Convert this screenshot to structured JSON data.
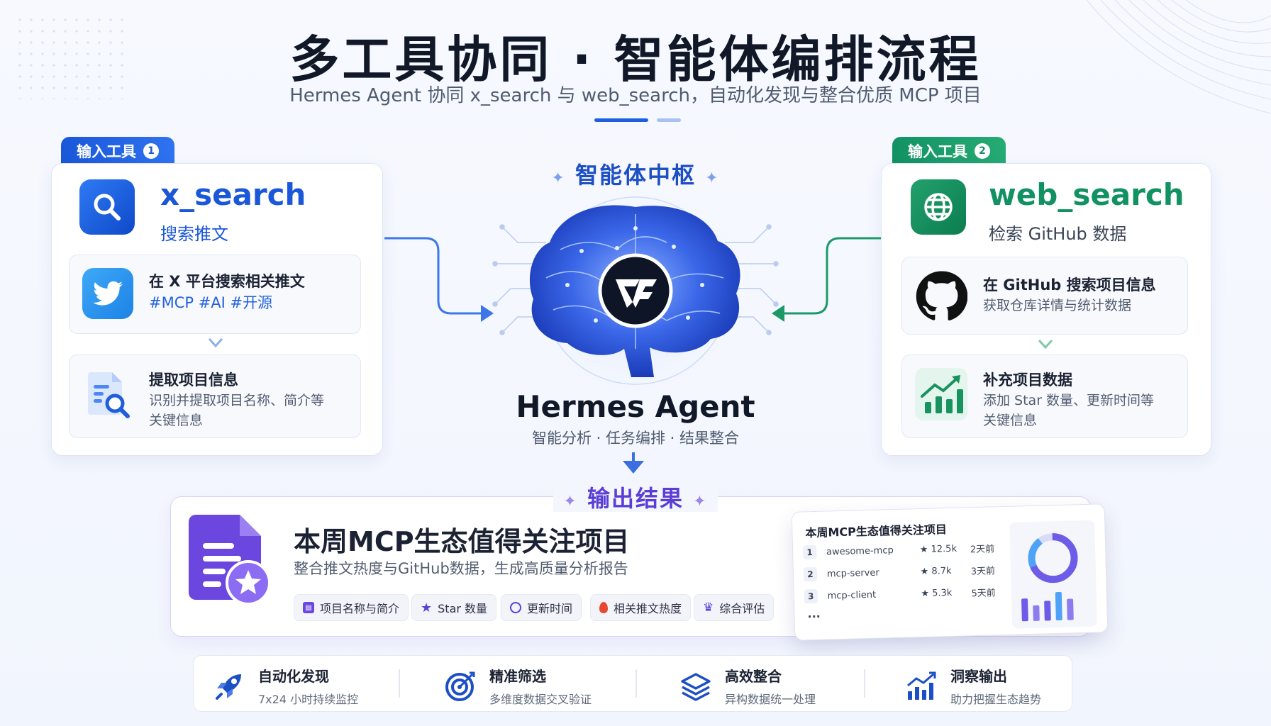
{
  "header": {
    "title": "多工具协同 · 智能体编排流程",
    "subtitle": "Hermes Agent 协同 x_search 与 web_search，自动化发现与整合优质 MCP 项目"
  },
  "left_tool": {
    "tab_label": "输入工具",
    "tab_number": "1",
    "name": "x_search",
    "desc": "搜索推文",
    "icon": "search-icon",
    "color": "#1a57d9",
    "step1": {
      "icon": "twitter-icon",
      "title": "在 X 平台搜索相关推文",
      "tags": "#MCP #AI #开源"
    },
    "step2": {
      "icon": "document-search-icon",
      "title": "提取项目信息",
      "sub1": "识别并提取项目名称、简介等",
      "sub2": "关键信息"
    }
  },
  "right_tool": {
    "tab_label": "输入工具",
    "tab_number": "2",
    "name": "web_search",
    "desc": "检索 GitHub 数据",
    "icon": "globe-icon",
    "color": "#129263",
    "step1": {
      "icon": "github-icon",
      "title": "在 GitHub 搜索项目信息",
      "sub": "获取仓库详情与统计数据"
    },
    "step2": {
      "icon": "growth-chart-icon",
      "title": "补充项目数据",
      "sub1": "添加 Star 数量、更新时间等",
      "sub2": "关键信息"
    }
  },
  "hub": {
    "title": "智能体中枢",
    "name": "Hermes Agent",
    "sub": "智能分析 · 任务编排 · 结果整合",
    "icon": "brain-icon"
  },
  "output": {
    "title": "输出结果",
    "heading": "本周MCP生态值得关注项目",
    "sub": "整合推文热度与GitHub数据，生成高质量分析报告",
    "chips": [
      {
        "icon": "id-card-icon",
        "label": "项目名称与简介"
      },
      {
        "icon": "star-icon",
        "label": "Star 数量"
      },
      {
        "icon": "clock-icon",
        "label": "更新时间"
      },
      {
        "icon": "fire-icon",
        "label": "相关推文热度"
      },
      {
        "icon": "trophy-icon",
        "label": "综合评估"
      }
    ],
    "report": {
      "title": "本周MCP生态值得关注项目",
      "rows": [
        {
          "idx": "1",
          "name": "awesome-mcp",
          "stars": "★ 12.5k",
          "time": "2天前"
        },
        {
          "idx": "2",
          "name": "mcp-server",
          "stars": "★ 8.7k",
          "time": "3天前"
        },
        {
          "idx": "3",
          "name": "mcp-client",
          "stars": "★ 5.3k",
          "time": "5天前"
        }
      ],
      "more": "..."
    }
  },
  "features": [
    {
      "icon": "rocket-icon",
      "title": "自动化发现",
      "sub": "7x24 小时持续监控"
    },
    {
      "icon": "target-icon",
      "title": "精准筛选",
      "sub": "多维度数据交叉验证"
    },
    {
      "icon": "layers-icon",
      "title": "高效整合",
      "sub": "异构数据统一处理"
    },
    {
      "icon": "trend-chart-icon",
      "title": "洞察输出",
      "sub": "助力把握生态趋势"
    }
  ]
}
